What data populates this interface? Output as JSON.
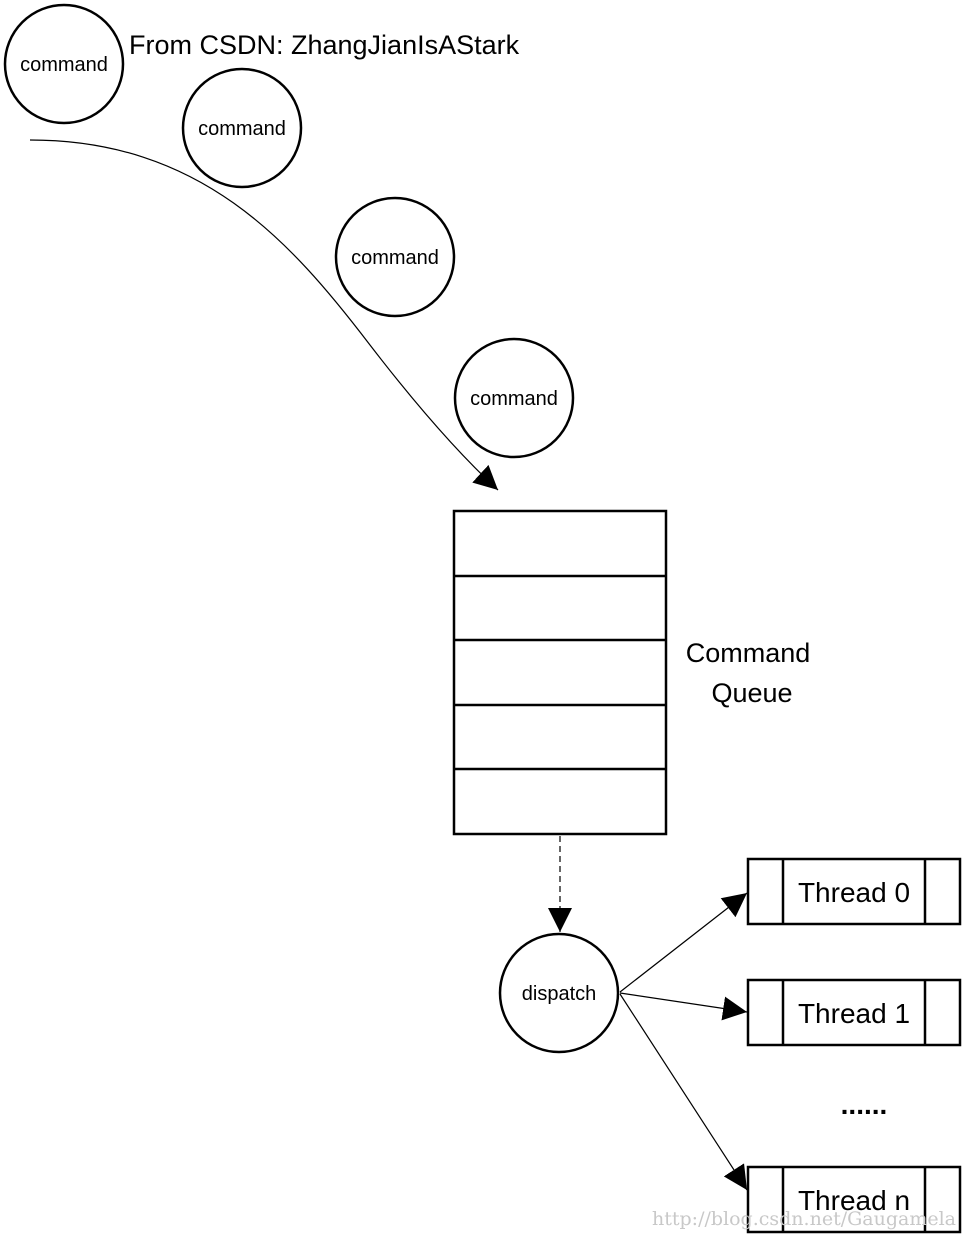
{
  "credit": "From CSDN: ZhangJianIsAStark",
  "commands": [
    "command",
    "command",
    "command",
    "command"
  ],
  "queue": {
    "label_line1": "Command",
    "label_line2": "Queue",
    "slots": 5
  },
  "dispatch": "dispatch",
  "threads": [
    "Thread 0",
    "Thread 1",
    "Thread n"
  ],
  "ellipsis": "......",
  "watermark": "http://blog.csdn.net/Gaugamela"
}
